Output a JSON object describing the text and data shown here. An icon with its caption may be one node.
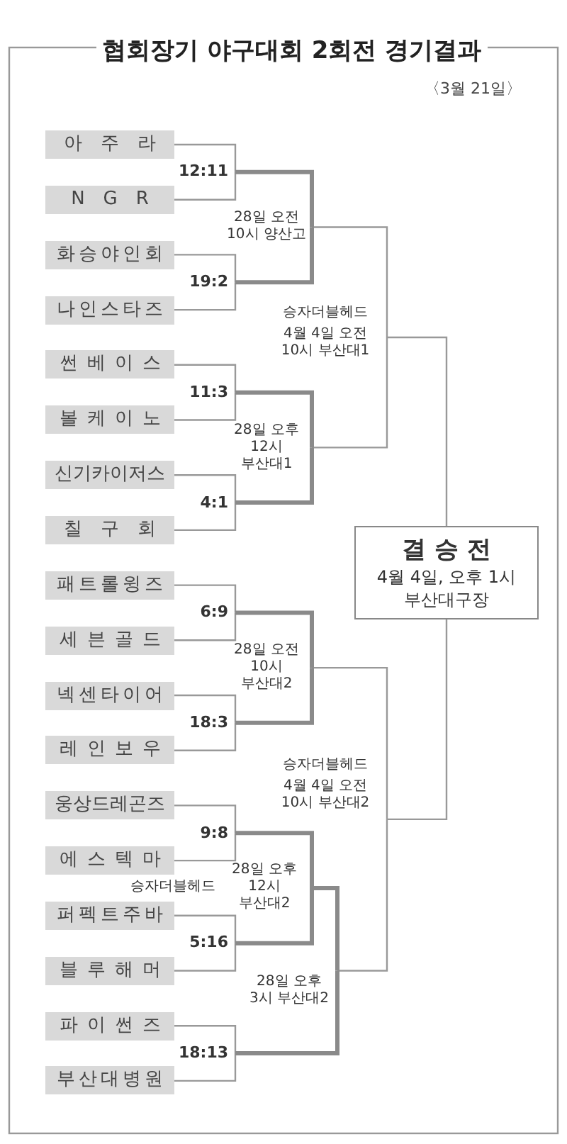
{
  "diagram": {
    "title": "협회장기 야구대회 2회전 경기결과",
    "nodes": [
      {
        "text": [
          "아주라"
        ]
      },
      {
        "text": [
          "NGR"
        ]
      },
      {
        "text": [
          "화승야인회"
        ]
      },
      {
        "text": [
          "나인스타즈"
        ]
      },
      {
        "text": [
          "썬베이스"
        ]
      },
      {
        "text": [
          "볼케이노"
        ]
      },
      {
        "text": [
          "신기카이저스"
        ]
      },
      {
        "text": [
          "칠구회"
        ]
      },
      {
        "text": [
          "패트롤윙즈"
        ]
      },
      {
        "text": [
          "세븐골드"
        ]
      },
      {
        "text": [
          "넥센타이어"
        ]
      },
      {
        "text": [
          "레인보우"
        ]
      },
      {
        "text": [
          "웅상드레곤즈"
        ]
      },
      {
        "text": [
          "에스텍마"
        ]
      },
      {
        "text": [
          "퍼펙트주바"
        ]
      },
      {
        "text": [
          "블루해머"
        ]
      },
      {
        "text": [
          "파이썬즈"
        ]
      },
      {
        "text": [
          "부산대병원"
        ]
      },
      {
        "text": [
          "12:11"
        ]
      },
      {
        "text": [
          "19:2"
        ]
      },
      {
        "text": [
          "11:3"
        ]
      },
      {
        "text": [
          "4:1"
        ]
      },
      {
        "text": [
          "6:9"
        ]
      },
      {
        "text": [
          "18:3"
        ]
      },
      {
        "text": [
          "9:8"
        ]
      },
      {
        "text": [
          "5:16"
        ]
      },
      {
        "text": [
          "18:13"
        ]
      },
      {
        "text": [
          "28일 오전 10시 양산고"
        ]
      },
      {
        "text": [
          "28일 오후 12시 부산대1"
        ]
      },
      {
        "text": [
          "28일 오전 10시 부산대2"
        ]
      },
      {
        "text": [
          "28일 오후 12시 부산대2"
        ],
        "beside": [
          "승자더블헤드"
        ]
      },
      {
        "text": [
          "28일 오후 3시 부산대2"
        ]
      },
      {
        "text": [
          "4월 4일 오전 10시 부산대1"
        ],
        "beside": [
          "승자더블헤드"
        ]
      },
      {
        "text": [
          "4월 4일 오전 10시 부산대2"
        ],
        "beside": [
          "승자더블헤드"
        ]
      },
      {
        "text": [
          "결승전",
          "4월 4일, 오후 1시 부산대구장"
        ]
      }
    ],
    "edges": [
      {
        "from": 0,
        "to": 18,
        "arrow": "none"
      },
      {
        "from": 1,
        "to": 18,
        "arrow": "none"
      },
      {
        "from": 2,
        "to": 19,
        "arrow": "none"
      },
      {
        "from": 3,
        "to": 19,
        "arrow": "none"
      },
      {
        "from": 4,
        "to": 20,
        "arrow": "none"
      },
      {
        "from": 5,
        "to": 20,
        "arrow": "none"
      },
      {
        "from": 6,
        "to": 21,
        "arrow": "none"
      },
      {
        "from": 7,
        "to": 21,
        "arrow": "none"
      },
      {
        "from": 8,
        "to": 22,
        "arrow": "none"
      },
      {
        "from": 9,
        "to": 22,
        "arrow": "none"
      },
      {
        "from": 10,
        "to": 23,
        "arrow": "none"
      },
      {
        "from": 11,
        "to": 23,
        "arrow": "none"
      },
      {
        "from": 12,
        "to": 24,
        "arrow": "none"
      },
      {
        "from": 13,
        "to": 24,
        "arrow": "none"
      },
      {
        "from": 14,
        "to": 25,
        "arrow": "none"
      },
      {
        "from": 15,
        "to": 25,
        "arrow": "none"
      },
      {
        "from": 16,
        "to": 26,
        "arrow": "none"
      },
      {
        "from": 17,
        "to": 26,
        "arrow": "none"
      },
      {
        "from": 18,
        "to": 27,
        "arrow": "none",
        "style": "thick"
      },
      {
        "from": 19,
        "to": 27,
        "arrow": "none",
        "style": "thick"
      },
      {
        "from": 20,
        "to": 28,
        "arrow": "none",
        "style": "thick"
      },
      {
        "from": 21,
        "to": 28,
        "arrow": "none",
        "style": "thick"
      },
      {
        "from": 22,
        "to": 29,
        "arrow": "none",
        "style": "thick"
      },
      {
        "from": 23,
        "to": 29,
        "arrow": "none",
        "style": "thick"
      },
      {
        "from": 24,
        "to": 30,
        "arrow": "none",
        "style": "thick"
      },
      {
        "from": 25,
        "to": 30,
        "arrow": "none",
        "style": "thick"
      },
      {
        "from": 30,
        "to": 31,
        "arrow": "none",
        "style": "thick"
      },
      {
        "from": 26,
        "to": 31,
        "arrow": "none",
        "style": "thick"
      },
      {
        "from": 27,
        "to": 32,
        "arrow": "none"
      },
      {
        "from": 28,
        "to": 32,
        "arrow": "none"
      },
      {
        "from": 29,
        "to": 33,
        "arrow": "none"
      },
      {
        "from": 31,
        "to": 33,
        "arrow": "none"
      },
      {
        "from": 32,
        "to": 34,
        "arrow": "none"
      },
      {
        "from": 33,
        "to": 34,
        "arrow": "none"
      }
    ],
    "labels": [
      "〈3월 21일〉"
    ]
  }
}
